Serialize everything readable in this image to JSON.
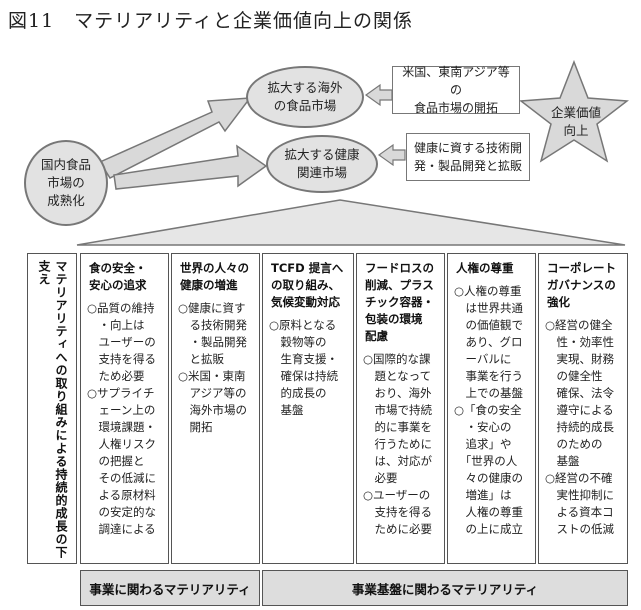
{
  "title": "図11　マテリアリティと企業価値向上の関係",
  "nodes": {
    "domestic": "国内食品\n市場の\n成熟化",
    "overseas": "拡大する海外\nの食品市場",
    "health": "拡大する健康\n関連市場",
    "overseas_note": "米国、東南アジア等の\n食品市場の開拓",
    "health_note": "健康に資する技術開\n発・製品開発と拡販",
    "value": "企業価値\n向上"
  },
  "foundation_label": "マテリアリティへの取り組みによる持続的成長の下支え",
  "columns": [
    {
      "title": "食の安全・\n安心の追求",
      "body": "○品質の維持\n　・向上は\n　ユーザーの\n　支持を得る\n　ため必要\n○サプライチ\n　ェーン上の\n　環境課題・\n　人権リスク\n　の把握と\n　その低減に\n　よる原材料\n　の安定的な\n　調達による"
    },
    {
      "title": "世界の人々の\n健康の増進",
      "body": "○健康に資す\n　る技術開発\n　・製品開発\n　と拡販\n○米国・東南\n　アジア等の\n　海外市場の\n　開拓"
    },
    {
      "title": "TCFD 提言へ\nの取り組み、\n気候変動対応",
      "body": "○原料となる\n　穀物等の\n　生育支援・\n　確保は持続\n　的成長の\n　基盤"
    },
    {
      "title": "フードロスの\n削減、プラス\nチック容器・\n包装の環境\n配慮",
      "body": "○国際的な課\n　題となって\n　おり、海外\n　市場で持続\n　的に事業を\n　行うために\n　は、対応が\n　必要\n○ユーザーの\n　支持を得る\n　ために必要"
    },
    {
      "title": "人権の尊重",
      "body": "○人権の尊重\n　は世界共通\n　の価値観で\n　あり、グロ\n　ーバルに\n　事業を行う\n　上での基盤\n○「食の安全\n　・安心の\n　追求」や\n　「世界の人\n　々の健康の\n　増進」は\n　人権の尊重\n　の上に成立"
    },
    {
      "title": "コーポレート\nガバナンスの\n強化",
      "body": "○経営の健全\n　性・効率性\n　実現、財務\n　の健全性\n　確保、法令\n　遵守による\n　持続的成長\n　のための\n　基盤\n○経営の不確\n　実性抑制に\n　よる資本コ\n　ストの低減"
    }
  ],
  "footers": {
    "business": "事業に関わるマテリアリティ",
    "foundation": "事業基盤に関わるマテリアリティ"
  }
}
